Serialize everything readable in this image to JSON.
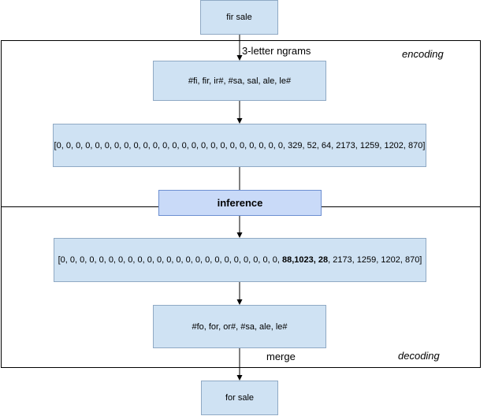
{
  "input": {
    "text": "fir sale"
  },
  "encoding": {
    "section_label": "encoding",
    "ngram_label": "3-letter ngrams",
    "ngrams": "#fi, fir, ir#, #sa, sal, ale, le#",
    "vector": "[0, 0, 0, 0, 0, 0, 0, 0, 0, 0, 0, 0, 0, 0, 0, 0, 0, 0, 0, 0, 0, 0, 0, 0, 329, 52, 64, 2173, 1259, 1202, 870]"
  },
  "inference": {
    "label": "inference"
  },
  "decoding": {
    "section_label": "decoding",
    "vector_prefix": "[0, 0, 0, 0, 0, 0, 0, 0, 0, 0, 0, 0, 0, 0, 0, 0, 0, 0, 0, 0, 0, 0, 0, ",
    "vector_changed_1": "88,1023, 28",
    "vector_suffix": ", 2173, 1259, 1202, 870]",
    "ngrams": "#fo, for, or#, #sa, ale, le#",
    "merge_label": "merge"
  },
  "output": {
    "text": "for sale"
  },
  "colors": {
    "box_fill": "#cfe2f3",
    "inference_fill": "#c9daf8",
    "line": "#000000"
  }
}
